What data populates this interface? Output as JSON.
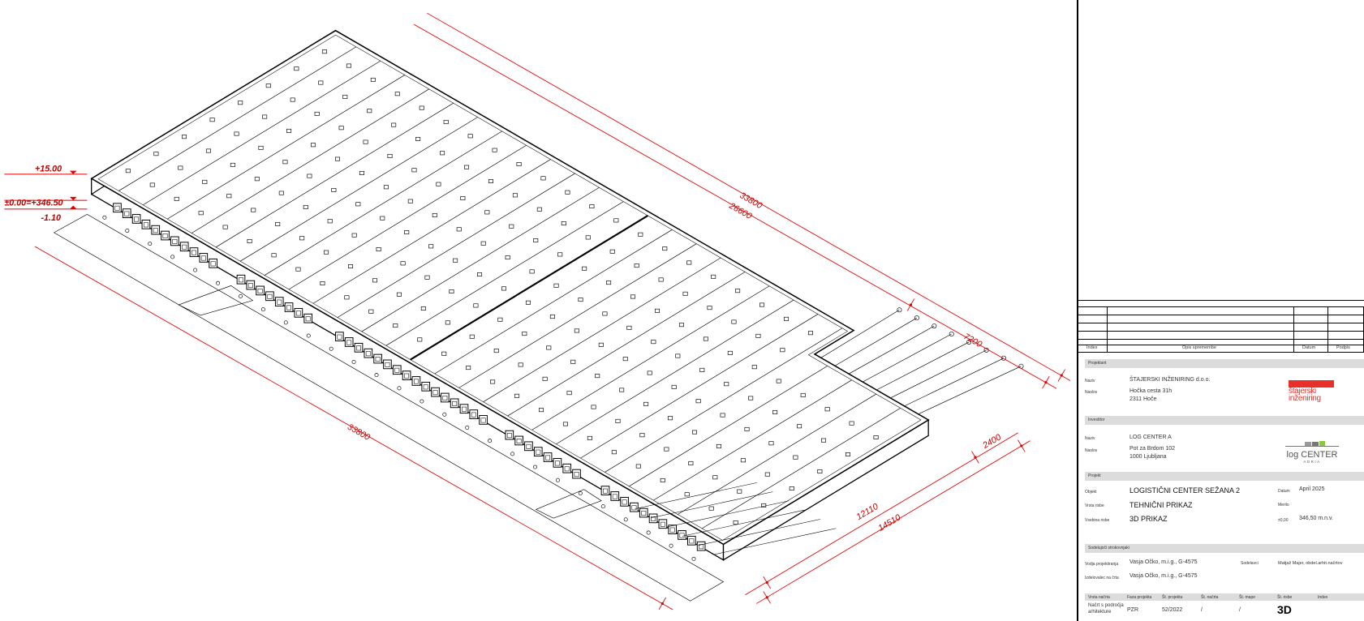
{
  "drawing": {
    "levels": [
      "+15.00",
      "±0.00=+346.50",
      "-1.10"
    ],
    "dimensions": {
      "top_overall": "33800",
      "top_main": "26600",
      "top_end": "7200",
      "front_overall": "33800",
      "side_inner": "12110",
      "side_outer": "14510",
      "side_offset": "2400"
    },
    "colors": {
      "dimension": "#e00000",
      "line": "#000000"
    }
  },
  "revisions": {
    "headers": [
      "Index",
      "Opis spremembe",
      "Datum",
      "Podpis"
    ]
  },
  "projektant": {
    "section": "Projektant",
    "naziv_label": "Naziv",
    "naziv": "ŠTAJERSKI INŽENIRING d.o.o.",
    "naslov_label": "Naslov",
    "naslov_1": "Hočka cesta 31h",
    "naslov_2": "2311 Hoče",
    "logo_text_1": "štajerski",
    "logo_text_2": "inženiring",
    "logo_color": "#e8302a"
  },
  "investitor": {
    "section": "Investitor",
    "naziv_label": "Naziv",
    "naziv": "LOG CENTER A",
    "naslov_label": "Naslov",
    "naslov_1": "Pot za Brdom 102",
    "naslov_2": "1000 Ljubljana",
    "logo_text_1": "log CENTER",
    "logo_text_2": "ADRIA"
  },
  "projekt": {
    "section": "Projekt",
    "objekt_label": "Objekt",
    "objekt": "LOGISTIČNI CENTER SEŽANA 2",
    "vrsta_label": "Vrsta risbe",
    "vrsta": "TEHNIČNI PRIKAZ",
    "vsebina_label": "Vsebina risbe",
    "vsebina": "3D PRIKAZ",
    "datum_label": "Datum",
    "datum": "April 2025",
    "merilo_label": "Merilo",
    "kota_label": "±0,00",
    "kota": "346,50 m.n.v."
  },
  "sodelujoci": {
    "section": "Sodelujoči strokovnjaki",
    "vodja_label": "Vodja projektiranja",
    "vodja": "Vasja Očko, m.i.g., G-4575",
    "izdelovalec_label": "Izdelovalec na črta",
    "izdelovalec": "Vasja Očko, m.i.g., G-4575",
    "sodelavci_label": "Sodelavci",
    "sodelavci": "Matjaž Majer, obdel.arhit.načrtov"
  },
  "footer": {
    "headers": [
      "Vrsta načrta",
      "Faza projekta",
      "Št. projekta",
      "Št. načrta",
      "Št. mape",
      "Št. risbe",
      "Index"
    ],
    "vrsta_1": "Načrt s področja",
    "vrsta_2": "arhitekture",
    "faza": "PZR",
    "st_projekta": "52/2022",
    "st_nacrta": "/",
    "st_mape": "/",
    "st_risbe": "3D",
    "index": ""
  }
}
